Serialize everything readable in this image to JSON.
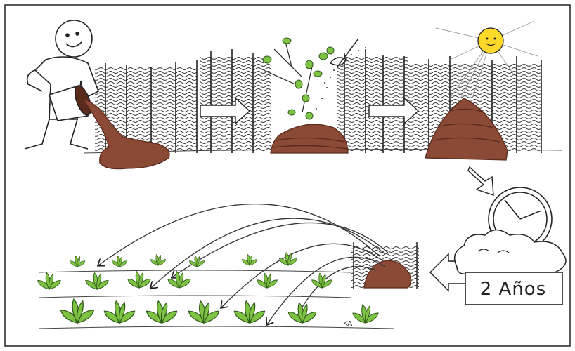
{
  "diagram": {
    "label": "2 Años",
    "signature": "KA",
    "colors": {
      "compost": "#8b4a35",
      "compost_dark": "#5a2a1c",
      "leaf": "#7dc242",
      "leaf_dark": "#2f5a1a",
      "sun": "#ffd92a",
      "outline": "#222222"
    },
    "icons": [
      "person-pouring-bucket",
      "fence",
      "arrow",
      "leaves-and-scoop",
      "sun",
      "compost-heap",
      "clock",
      "cloud",
      "plant"
    ]
  }
}
